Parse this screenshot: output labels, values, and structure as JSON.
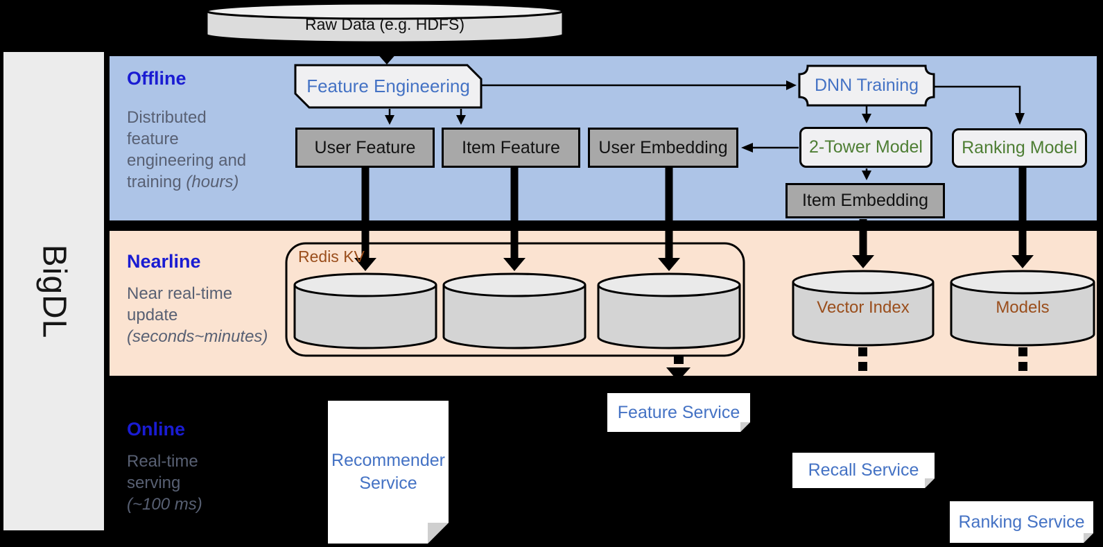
{
  "brand": {
    "label": "BigDL"
  },
  "bands": {
    "offline": {
      "title": "Offline",
      "line1": "Distributed",
      "line2": "feature",
      "line3": "engineering and",
      "line4": "training ",
      "line4_italic": "(hours)"
    },
    "nearline": {
      "title": "Nearline",
      "line1": "Near real-time",
      "line2": "update",
      "line3_italic": "(seconds~minutes)"
    },
    "online": {
      "title": "Online",
      "line1": "Real-time",
      "line2": "serving",
      "line3_italic": "(~100 ms)"
    }
  },
  "nodes": {
    "raw_data": "Raw Data (e.g. HDFS)",
    "feature_engineering": "Feature Engineering",
    "dnn_training": "DNN Training",
    "user_feature": "User Feature",
    "item_feature": "Item Feature",
    "user_embedding": "User Embedding",
    "two_tower_model": "2-Tower Model",
    "ranking_model": "Ranking Model",
    "item_embedding": "Item Embedding",
    "redis_kv": "Redis KV",
    "vector_index": "Vector Index",
    "models": "Models"
  },
  "services": {
    "recommender_line1": "Recommender",
    "recommender_line2": "Service",
    "feature": "Feature Service",
    "recall": "Recall Service",
    "ranking": "Ranking Service"
  },
  "colors": {
    "offline_band": "#ADC4E7",
    "nearline_band": "#FBE3D1",
    "band_title_blue": "#1A1CD2",
    "band_body_slate": "#586073",
    "node_label_blue": "#4472C4",
    "model_label_green": "#4E7E34",
    "storage_label_brown": "#9A4E1C",
    "background": "#000000"
  }
}
